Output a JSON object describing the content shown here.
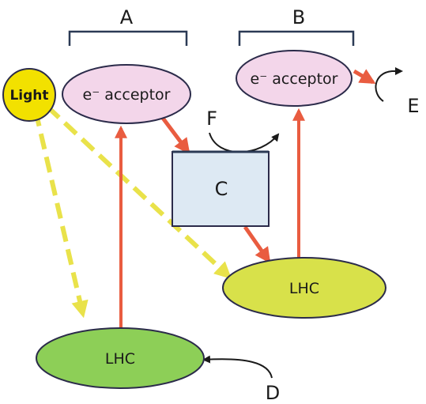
{
  "labels": {
    "a": "A",
    "b": "B",
    "c": "C",
    "d": "D",
    "e": "E",
    "f": "F"
  },
  "nodes": {
    "light": "Light",
    "acceptor_a": "e⁻ acceptor",
    "acceptor_b": "e⁻ acceptor",
    "box_c": "C",
    "lhc_top": "LHC",
    "lhc_bottom": "LHC"
  },
  "colors": {
    "acceptor_fill": "#f3d6ea",
    "box_fill": "#dde9f3",
    "lhc_top_fill": "#d8e14a",
    "lhc_bottom_fill": "#8dcf57",
    "light_fill": "#f2e100",
    "electron_arrow": "#e95c40",
    "light_arrow": "#e9e24a",
    "outline": "#2b2b4a"
  }
}
